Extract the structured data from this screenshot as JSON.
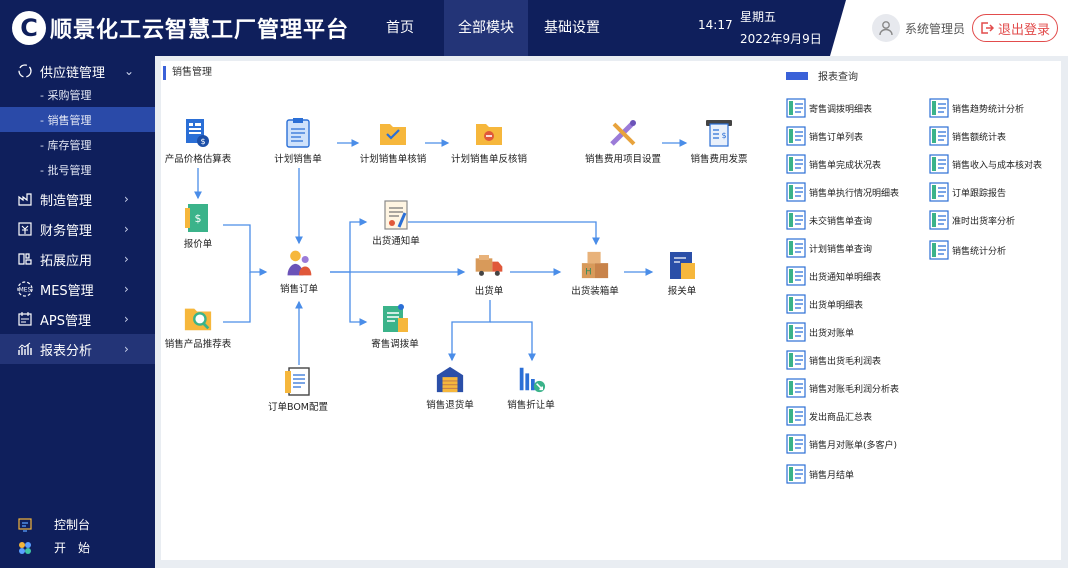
{
  "header": {
    "logo_letter": "C",
    "title": "顺景化工云智慧工厂管理平台",
    "nav": [
      "首页",
      "全部模块",
      "基础设置"
    ],
    "time": "14:17",
    "weekday": "星期五",
    "date": "2022年9月9日",
    "user": "系统管理员",
    "logout": "退出登录"
  },
  "sidebar": {
    "items": [
      {
        "label": "供应链管理",
        "icon": "supply-chain-icon",
        "expanded": true
      },
      {
        "label": "制造管理",
        "icon": "factory-icon"
      },
      {
        "label": "财务管理",
        "icon": "finance-icon"
      },
      {
        "label": "拓展应用",
        "icon": "extend-icon"
      },
      {
        "label": "MES管理",
        "icon": "mes-icon"
      },
      {
        "label": "APS管理",
        "icon": "aps-icon"
      },
      {
        "label": "报表分析",
        "icon": "report-chart-icon",
        "active": true
      }
    ],
    "subitems": [
      "- 采购管理",
      "- 销售管理",
      "- 库存管理",
      "- 批号管理"
    ],
    "active_sub": "- 销售管理",
    "bottom": [
      "控制台",
      "开　始"
    ]
  },
  "main": {
    "section_title": "销售管理",
    "nodes": {
      "price_table": "产品价格估算表",
      "plan_order": "计划销售单",
      "plan_verify": "计划销售单核销",
      "plan_unverify": "计划销售单反核销",
      "fee_setting": "销售费用项目设置",
      "fee_invoice": "销售费用发票",
      "quote": "报价单",
      "ship_notice": "出货通知单",
      "sales_order": "销售订单",
      "shipment": "出货单",
      "packing": "出货装箱单",
      "customs": "报关单",
      "recommend": "销售产品推荐表",
      "consign": "寄售调拨单",
      "bom": "订单BOM配置",
      "return": "销售退货单",
      "discount": "销售折让单"
    },
    "report_title": "报表查询",
    "reports_left": [
      "寄售调拨明细表",
      "销售订单列表",
      "销售单完成状况表",
      "销售单执行情况明细表",
      "未交销售单查询",
      "计划销售单查询",
      "出货通知单明细表",
      "出货单明细表",
      "出货对账单",
      "销售出货毛利润表",
      "销售对账毛利润分析表",
      "发出商品汇总表",
      "销售月对账单(多客户)",
      "销售月结单"
    ],
    "reports_right": [
      "销售趋势统计分析",
      "销售额统计表",
      "销售收入与成本核对表",
      "订单跟踪报告",
      "准时出货率分析",
      "销售统计分析"
    ]
  },
  "colors": {
    "navy": "#0f1f5c",
    "accent": "#3a61d8",
    "arrow": "#4a8de8",
    "logout": "#e24c4c"
  }
}
